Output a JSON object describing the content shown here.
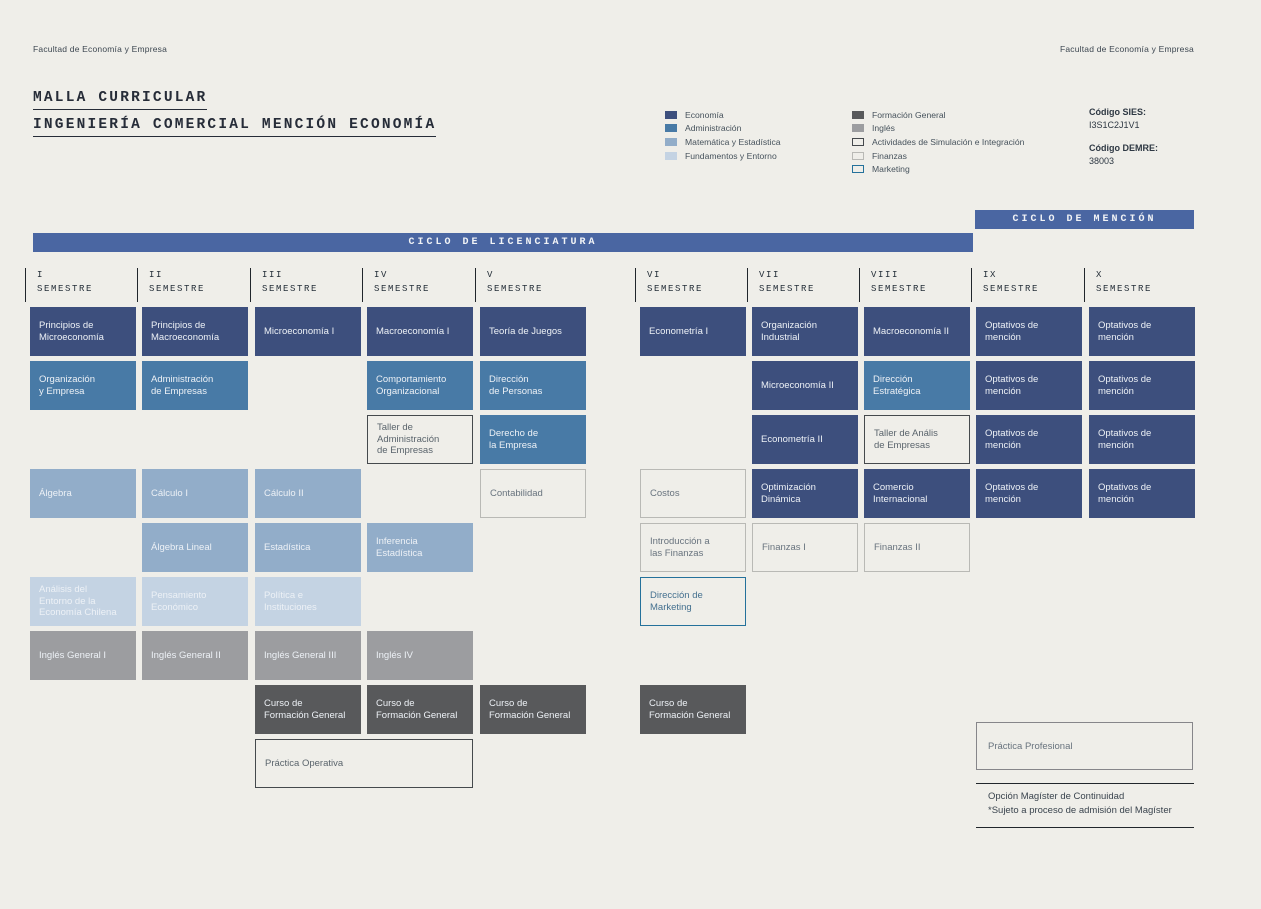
{
  "page": {
    "faculty_left": "Facultad de Economía y Empresa",
    "faculty_right": "Facultad de Economía y Empresa",
    "title_line1": "MALLA CURRICULAR",
    "title_line2": "INGENIERÍA COMERCIAL MENCIÓN ECONOMÍA"
  },
  "colors": {
    "background": "#efeee9",
    "banner_blue": "#4a66a2"
  },
  "legend": {
    "column1": [
      {
        "key": "economia",
        "label": "Economía",
        "color": "#3d4f7d",
        "type": "fill"
      },
      {
        "key": "administracion",
        "label": "Administración",
        "color": "#487aa6",
        "type": "fill"
      },
      {
        "key": "matematica",
        "label": "Matemática y Estadística",
        "color": "#92adc9",
        "type": "fill"
      },
      {
        "key": "fundamentos",
        "label": "Fundamentos y Entorno",
        "color": "#c4d3e3",
        "type": "fill"
      }
    ],
    "column2": [
      {
        "key": "formacion",
        "label": "Formación General",
        "color": "#58595b",
        "type": "fill"
      },
      {
        "key": "ingles",
        "label": "Inglés",
        "color": "#9c9da0",
        "type": "fill"
      },
      {
        "key": "simulacion",
        "label": "Actividades de Simulación e Integración",
        "color": "#45494d",
        "type": "outline"
      },
      {
        "key": "finanzas",
        "label": "Finanzas",
        "color": "#b9b9b5",
        "type": "outline"
      },
      {
        "key": "marketing",
        "label": "Marketing",
        "color": "#24719b",
        "type": "outline"
      }
    ]
  },
  "codes": {
    "sies_label": "Código SIES:",
    "sies_value": "I3S1C2J1V1",
    "demre_label": "Código DEMRE:",
    "demre_value": "38003"
  },
  "banners": {
    "mencion": "CICLO DE MENCIÓN",
    "licenciatura": "CICLO DE LICENCIATURA"
  },
  "semesters": [
    {
      "numeral": "I",
      "label": "SEMESTRE"
    },
    {
      "numeral": "II",
      "label": "SEMESTRE"
    },
    {
      "numeral": "III",
      "label": "SEMESTRE"
    },
    {
      "numeral": "IV",
      "label": "SEMESTRE"
    },
    {
      "numeral": "V",
      "label": "SEMESTRE"
    },
    {
      "numeral": "VI",
      "label": "SEMESTRE"
    },
    {
      "numeral": "VII",
      "label": "SEMESTRE"
    },
    {
      "numeral": "VIII",
      "label": "SEMESTRE"
    },
    {
      "numeral": "IX",
      "label": "SEMESTRE"
    },
    {
      "numeral": "X",
      "label": "SEMESTRE"
    }
  ],
  "courses": [
    {
      "col": 1,
      "row": 1,
      "key": "economia",
      "label": "Principios de\nMicroeconomía"
    },
    {
      "col": 1,
      "row": 2,
      "key": "administracion",
      "label": "Organización\ny Empresa"
    },
    {
      "col": 1,
      "row": 4,
      "key": "matematica",
      "label": "Álgebra"
    },
    {
      "col": 1,
      "row": 6,
      "key": "fundamentos",
      "label": "Análisis del\nEntorno de la\nEconomía Chilena"
    },
    {
      "col": 1,
      "row": 7,
      "key": "ingles",
      "label": "Inglés General I"
    },
    {
      "col": 2,
      "row": 1,
      "key": "economia",
      "label": "Principios de\nMacroeconomía"
    },
    {
      "col": 2,
      "row": 2,
      "key": "administracion",
      "label": "Administración\nde Empresas"
    },
    {
      "col": 2,
      "row": 4,
      "key": "matematica",
      "label": "Cálculo I"
    },
    {
      "col": 2,
      "row": 5,
      "key": "matematica",
      "label": "Álgebra Lineal"
    },
    {
      "col": 2,
      "row": 6,
      "key": "fundamentos",
      "label": "Pensamiento\nEconómico"
    },
    {
      "col": 2,
      "row": 7,
      "key": "ingles",
      "label": "Inglés General II"
    },
    {
      "col": 3,
      "row": 1,
      "key": "economia",
      "label": "Microeconomía I"
    },
    {
      "col": 3,
      "row": 4,
      "key": "matematica",
      "label": "Cálculo II"
    },
    {
      "col": 3,
      "row": 5,
      "key": "matematica",
      "label": "Estadística"
    },
    {
      "col": 3,
      "row": 6,
      "key": "fundamentos",
      "label": "Política e\nInstituciones"
    },
    {
      "col": 3,
      "row": 7,
      "key": "ingles",
      "label": "Inglés General III"
    },
    {
      "col": 3,
      "row": 8,
      "key": "formacion",
      "label": "Curso de\nFormación General"
    },
    {
      "col": 3,
      "row": 9,
      "key": "simulacion",
      "colspan": 2,
      "label": "Práctica Operativa"
    },
    {
      "col": 4,
      "row": 1,
      "key": "economia",
      "label": "Macroeconomía I"
    },
    {
      "col": 4,
      "row": 2,
      "key": "administracion",
      "label": "Comportamiento\nOrganizacional"
    },
    {
      "col": 4,
      "row": 3,
      "key": "simulacion",
      "label": "Taller de\nAdministración\nde Empresas"
    },
    {
      "col": 4,
      "row": 5,
      "key": "matematica",
      "label": "Inferencia\nEstadística"
    },
    {
      "col": 4,
      "row": 7,
      "key": "ingles",
      "label": "Inglés IV"
    },
    {
      "col": 4,
      "row": 8,
      "key": "formacion",
      "label": "Curso de\nFormación General"
    },
    {
      "col": 5,
      "row": 1,
      "key": "economia",
      "label": "Teoría de Juegos"
    },
    {
      "col": 5,
      "row": 2,
      "key": "administracion",
      "label": "Dirección\nde Personas"
    },
    {
      "col": 5,
      "row": 3,
      "key": "administracion",
      "label": "Derecho de\nla Empresa"
    },
    {
      "col": 5,
      "row": 4,
      "key": "finanzas",
      "label": "Contabilidad"
    },
    {
      "col": 5,
      "row": 8,
      "key": "formacion",
      "label": "Curso de\nFormación General"
    },
    {
      "col": 6,
      "row": 1,
      "key": "economia",
      "label": "Econometría I"
    },
    {
      "col": 6,
      "row": 4,
      "key": "finanzas",
      "label": "Costos"
    },
    {
      "col": 6,
      "row": 5,
      "key": "finanzas",
      "label": "Introducción a\nlas Finanzas"
    },
    {
      "col": 6,
      "row": 6,
      "key": "marketing",
      "label": "Dirección de\nMarketing"
    },
    {
      "col": 6,
      "row": 8,
      "key": "formacion",
      "label": "Curso de\nFormación General"
    },
    {
      "col": 7,
      "row": 1,
      "key": "economia",
      "label": "Organización\nIndustrial"
    },
    {
      "col": 7,
      "row": 2,
      "key": "economia",
      "label": "Microeconomía II"
    },
    {
      "col": 7,
      "row": 3,
      "key": "economia",
      "label": "Econometría II"
    },
    {
      "col": 7,
      "row": 4,
      "key": "economia",
      "label": "Optimización\nDinámica"
    },
    {
      "col": 7,
      "row": 5,
      "key": "finanzas",
      "label": "Finanzas I"
    },
    {
      "col": 8,
      "row": 1,
      "key": "economia",
      "label": "Macroeconomía II"
    },
    {
      "col": 8,
      "row": 2,
      "key": "administracion",
      "label": "Dirección\nEstratégica"
    },
    {
      "col": 8,
      "row": 3,
      "key": "simulacion",
      "label": "Taller de Anális\nde Empresas"
    },
    {
      "col": 8,
      "row": 4,
      "key": "economia",
      "label": "Comercio\nInternacional"
    },
    {
      "col": 8,
      "row": 5,
      "key": "finanzas",
      "label": "Finanzas II"
    },
    {
      "col": 9,
      "row": 1,
      "key": "economia",
      "label": "Optativos de mención"
    },
    {
      "col": 9,
      "row": 2,
      "key": "economia",
      "label": "Optativos de mención"
    },
    {
      "col": 9,
      "row": 3,
      "key": "economia",
      "label": "Optativos de mención"
    },
    {
      "col": 9,
      "row": 4,
      "key": "economia",
      "label": "Optativos de mención"
    },
    {
      "col": 10,
      "row": 1,
      "key": "economia",
      "label": "Optativos de mención"
    },
    {
      "col": 10,
      "row": 2,
      "key": "economia",
      "label": "Optativos de mención"
    },
    {
      "col": 10,
      "row": 3,
      "key": "economia",
      "label": "Optativos de mención"
    },
    {
      "col": 10,
      "row": 4,
      "key": "economia",
      "label": "Optativos de mención"
    }
  ],
  "footer": {
    "practica_profesional": "Práctica Profesional",
    "practica_border_color": "#86868a",
    "magister_line1": "Opción Magíster de Continuidad",
    "magister_line2": "*Sujeto a proceso de admisión del Magíster"
  }
}
